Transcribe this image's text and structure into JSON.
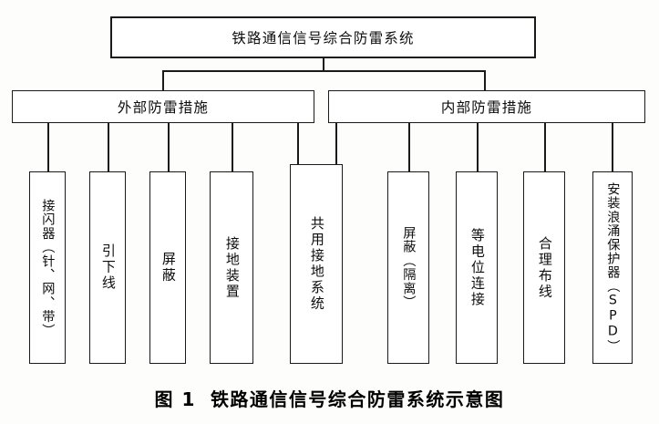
{
  "diagram": {
    "type": "hierarchy-tree",
    "root": {
      "id": "root",
      "label": "铁路通信信号综合防雷系统"
    },
    "branches": [
      {
        "id": "external",
        "label": "外部防雷措施"
      },
      {
        "id": "internal",
        "label": "内部防雷措施"
      }
    ],
    "leaves": [
      {
        "id": "leaf-1",
        "label": "接闪器（针、网、带）",
        "parent": "external"
      },
      {
        "id": "leaf-2",
        "label": "引下线",
        "parent": "external"
      },
      {
        "id": "leaf-3",
        "label": "屏蔽",
        "parent": "external"
      },
      {
        "id": "leaf-4",
        "label": "接地装置",
        "parent": "external"
      },
      {
        "id": "leaf-5",
        "label": "共用接地系统",
        "parent": "external,internal"
      },
      {
        "id": "leaf-6",
        "label": "屏蔽（隔离）",
        "parent": "internal"
      },
      {
        "id": "leaf-7",
        "label": "等电位连接",
        "parent": "internal"
      },
      {
        "id": "leaf-8",
        "label": "合理布线",
        "parent": "internal"
      },
      {
        "id": "leaf-9",
        "label": "安装浪涌保护器（SPD）",
        "parent": "internal"
      }
    ]
  },
  "caption": {
    "number": "图 1",
    "text": "铁路通信信号综合防雷系统示意图"
  },
  "colors": {
    "line": "#1a1a1a",
    "box_fill": "#ffffff",
    "text": "#0d0d0d",
    "background": "#fdfdfc"
  }
}
